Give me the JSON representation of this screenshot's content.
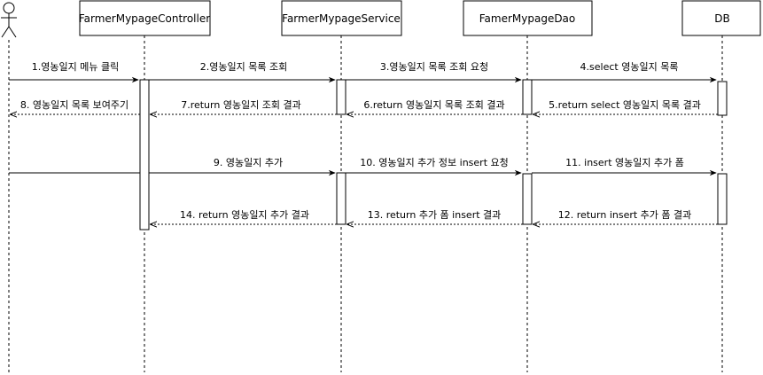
{
  "participants": [
    {
      "id": "actor",
      "label": "",
      "kind": "actor"
    },
    {
      "id": "controller",
      "label": "FarmerMypageController",
      "kind": "box"
    },
    {
      "id": "service",
      "label": "FarmerMypageService",
      "kind": "box"
    },
    {
      "id": "dao",
      "label": "FamerMypageDao",
      "kind": "box"
    },
    {
      "id": "db",
      "label": "DB",
      "kind": "box"
    }
  ],
  "messages": [
    {
      "from": "actor",
      "to": "controller",
      "label": "1.영농일지 메뉴 클릭",
      "type": "call"
    },
    {
      "from": "controller",
      "to": "service",
      "label": "2.영농일지 목록 조회",
      "type": "call"
    },
    {
      "from": "service",
      "to": "dao",
      "label": "3.영농일지 목록 조회 요청",
      "type": "call"
    },
    {
      "from": "dao",
      "to": "db",
      "label": "4.select 영농일지 목록",
      "type": "call"
    },
    {
      "from": "db",
      "to": "dao",
      "label": "5.return select 영농일지 목록 결과",
      "type": "return"
    },
    {
      "from": "dao",
      "to": "service",
      "label": "6.return 영농일지 목록 조회 결과",
      "type": "return"
    },
    {
      "from": "service",
      "to": "controller",
      "label": "7.return 영농일지 조회 결과",
      "type": "return"
    },
    {
      "from": "controller",
      "to": "actor",
      "label": "8. 영농일지 목록 보여주기",
      "type": "return"
    },
    {
      "from": "controller",
      "to": "service",
      "label": "9. 영농일지 추가",
      "type": "call"
    },
    {
      "from": "service",
      "to": "dao",
      "label": "10. 영농일지 추가 정보  insert 요청",
      "type": "call"
    },
    {
      "from": "dao",
      "to": "db",
      "label": "11. insert 영농일지 추가 폼",
      "type": "call"
    },
    {
      "from": "db",
      "to": "dao",
      "label": "12. return insert 추가 폼 결과",
      "type": "return"
    },
    {
      "from": "dao",
      "to": "service",
      "label": "13. return 추가 폼 insert 결과",
      "type": "return"
    },
    {
      "from": "service",
      "to": "controller",
      "label": "14. return 영농일지 추가 결과",
      "type": "return"
    }
  ]
}
